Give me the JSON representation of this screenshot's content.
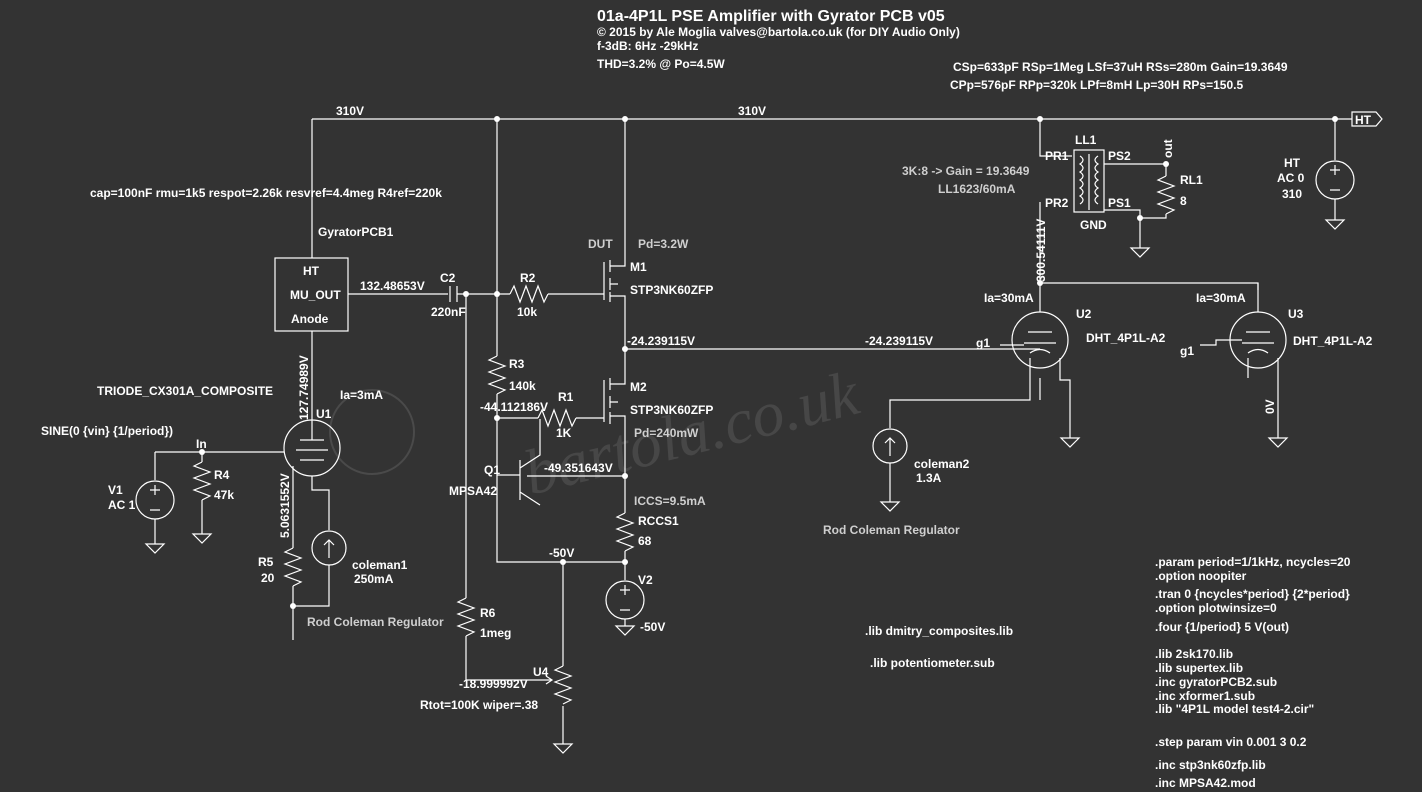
{
  "header": {
    "title": "01a-4P1L PSE Amplifier with Gyrator PCB v05",
    "copyright": "© 2015 by Ale Moglia valves@bartola.co.uk (for DIY Audio Only)",
    "f3db": "f-3dB: 6Hz -29kHz",
    "thd": "THD=3.2% @ Po=4.5W",
    "params_line1": "CSp=633pF RSp=1Meg LSf=37uH RSs=280m Gain=19.3649",
    "params_line2": "CPp=576pF RPp=320k LPf=8mH Lp=30H RPs=150.5"
  },
  "watermark": "bartola.co.uk",
  "rails": {
    "ht_left": "310V",
    "ht_right": "310V",
    "ht_flag": "HT"
  },
  "gyrator": {
    "params": "cap=100nF rmu=1k5 respot=2.26k resvref=4.4meg R4ref=220k",
    "name": "GyratorPCB1",
    "pin_ht": "HT",
    "pin_mu_out": "MU_OUT",
    "pin_anode": "Anode",
    "out_voltage": "132.48653V"
  },
  "u1": {
    "model": "TRIODE_CX301A_COMPOSITE",
    "name": "U1",
    "anode_voltage": "127.74989V",
    "ia": "Ia=3mA",
    "cathode_voltage": "5.0631552V"
  },
  "input": {
    "source": "SINE(0 {vin} {1/period})",
    "net_in": "In",
    "v1_name": "V1",
    "v1_value": "AC 1",
    "r4_name": "R4",
    "r4_value": "47k"
  },
  "r5": {
    "name": "R5",
    "value": "20"
  },
  "coleman1": {
    "name": "coleman1",
    "value": "250mA",
    "label": "Rod Coleman Regulator"
  },
  "c2": {
    "name": "C2",
    "value": "220nF"
  },
  "r2": {
    "name": "R2",
    "value": "10k"
  },
  "r3": {
    "name": "R3",
    "value": "140k",
    "node": "-44.112186V"
  },
  "r1": {
    "name": "R1",
    "value": "1K"
  },
  "m1": {
    "name": "M1",
    "part": "STP3NK60ZFP",
    "dut": "DUT",
    "pd": "Pd=3.2W"
  },
  "m2": {
    "name": "M2",
    "part": "STP3NK60ZFP",
    "pd": "Pd=240mW"
  },
  "source_node": {
    "left": "-24.239115V",
    "right": "-24.239115V"
  },
  "q1": {
    "name": "Q1",
    "part": "MPSA42",
    "emitter_node": "-49.351643V"
  },
  "ccs": {
    "current": "ICCS=9.5mA",
    "name": "RCCS1",
    "value": "68"
  },
  "neg_rail": {
    "label": "-50V",
    "v2_name": "V2",
    "v2_value": "-50V"
  },
  "r6": {
    "name": "R6",
    "value": "1meg"
  },
  "u4": {
    "name": "U4",
    "node": "-18.999992V",
    "desc": "Rtot=100K wiper=.38"
  },
  "xfmr": {
    "name": "LL1",
    "pr1": "PR1",
    "pr2": "PR2",
    "ps1": "PS1",
    "ps2": "PS2",
    "gnd": "GND",
    "ratio": "3K:8 -> Gain =  19.3649",
    "model": "LL1623/60mA",
    "out": "out",
    "primary_voltage": "300.54111V"
  },
  "rl1": {
    "name": "RL1",
    "value": "8"
  },
  "ht_source": {
    "name": "HT",
    "ac": "AC 0",
    "value": "310"
  },
  "u2": {
    "name": "U2",
    "model": "DHT_4P1L-A2",
    "ia": "Ia=30mA",
    "grid": "g1"
  },
  "u3": {
    "name": "U3",
    "model": "DHT_4P1L-A2",
    "ia": "Ia=30mA",
    "grid": "g1",
    "cathode": "0V"
  },
  "coleman2": {
    "name": "coleman2",
    "value": "1.3A",
    "label": "Rod Coleman Regulator"
  },
  "directives_mid": [
    ".lib dmitry_composites.lib",
    ".lib potentiometer.sub"
  ],
  "directives_right": [
    ".param period=1/1kHz, ncycles=20",
    ".option noopiter",
    ".tran 0 {ncycles*period} {2*period}",
    ".option plotwinsize=0",
    ".four {1/period} 5 V(out)",
    ".lib 2sk170.lib",
    ".lib supertex.lib",
    ".inc gyratorPCB2.sub",
    ".inc xformer1.sub",
    ".lib \"4P1L model test4-2.cir\"",
    ".step param vin 0.001 3 0.2",
    ".inc stp3nk60zfp.lib",
    ".inc MPSA42.mod"
  ]
}
